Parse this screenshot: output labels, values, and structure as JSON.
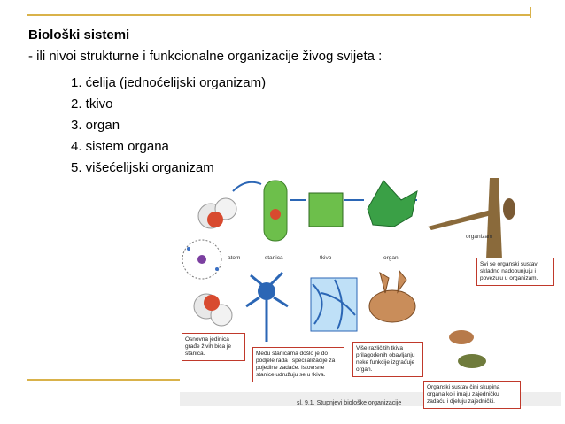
{
  "slide": {
    "title": "Biološki sistemi",
    "subtitle": "- ili nivoi strukturne i funkcionalne organizacije živog svijeta :",
    "items": [
      "1. ćelija (jednoćelijski organizam)",
      "2. tkivo",
      "3. organ",
      "4. sistem organa",
      "5. višećelijski organizam"
    ]
  },
  "figure": {
    "labels": {
      "atom": "atom",
      "stanica": "stanica",
      "tkivo": "tkivo",
      "organ": "organ",
      "organizam": "organizam"
    },
    "boxes": {
      "atom_box": "Osnovna jedinica građe živih bića je stanica.",
      "cell_box": "Među stanicama došlo je do podjele rada i specijalizacije za pojedine zadaće. Istovrsne stanice udružuju se u tkiva.",
      "tissue_box": "Više različitih tkiva prilagođenih obavljanju neke funkcije izgrađuje organ.",
      "organism_box": "Svi se organski sustavi skladno nadopunjuju i povezuju u organizam.",
      "system_box": "Organski sustav čini skupina organa koji imaju zajedničku zadaću i djeluju zajednički."
    },
    "caption": "sl. 9.1. Stupnjevi biološke organizacije"
  },
  "colors": {
    "accent_rule": "#d9b24a",
    "box_border": "#c0392b"
  }
}
